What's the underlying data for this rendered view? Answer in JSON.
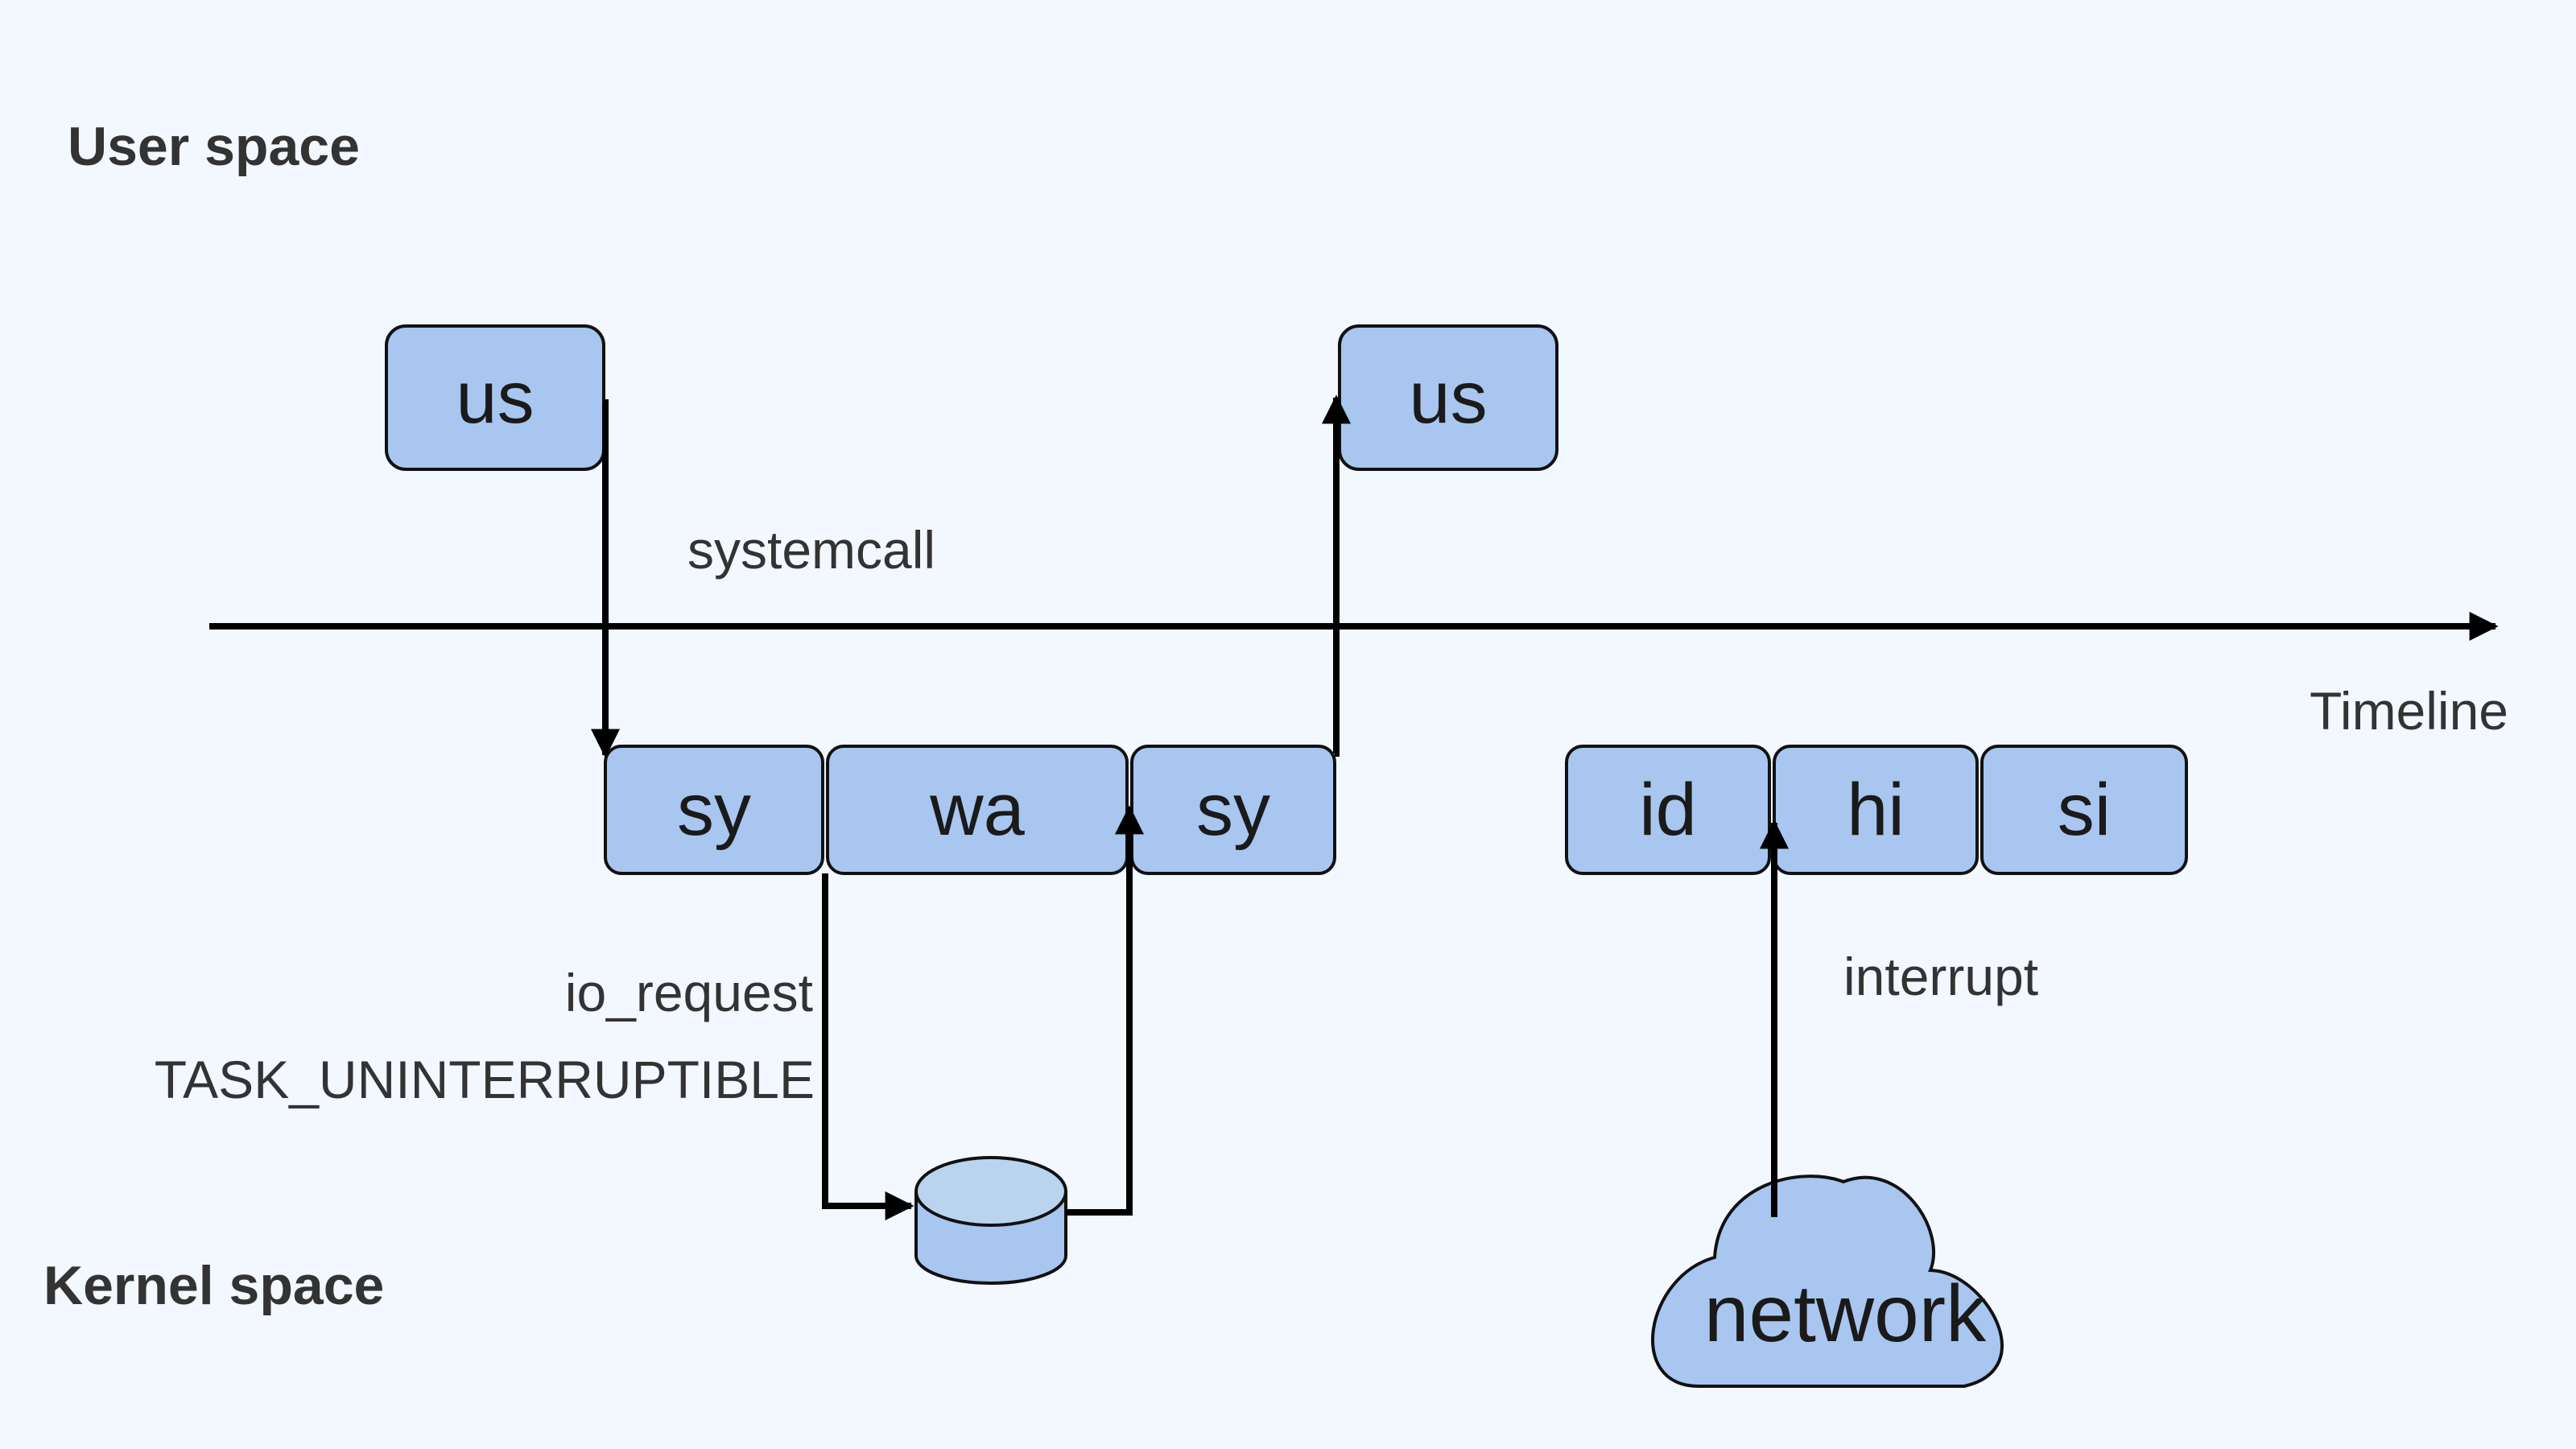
{
  "colors": {
    "background": "#f3f7fe",
    "box_fill": "#a8c6ef",
    "disk_top": "#bad4ef",
    "line": "#000000"
  },
  "regions": {
    "user_space": "User space",
    "kernel_space": "Kernel space"
  },
  "timeline": {
    "label": "Timeline"
  },
  "boxes": {
    "us_left": "us",
    "us_right": "us",
    "sy_first": "sy",
    "wa": "wa",
    "sy_second": "sy",
    "id": "id",
    "hi": "hi",
    "si": "si"
  },
  "annotations": {
    "systemcall": "systemcall",
    "io_request": "io_request",
    "task_state": "TASK_UNINTERRUPTIBLE",
    "interrupt": "interrupt"
  },
  "devices": {
    "network": "network",
    "disk": "disk-icon"
  }
}
